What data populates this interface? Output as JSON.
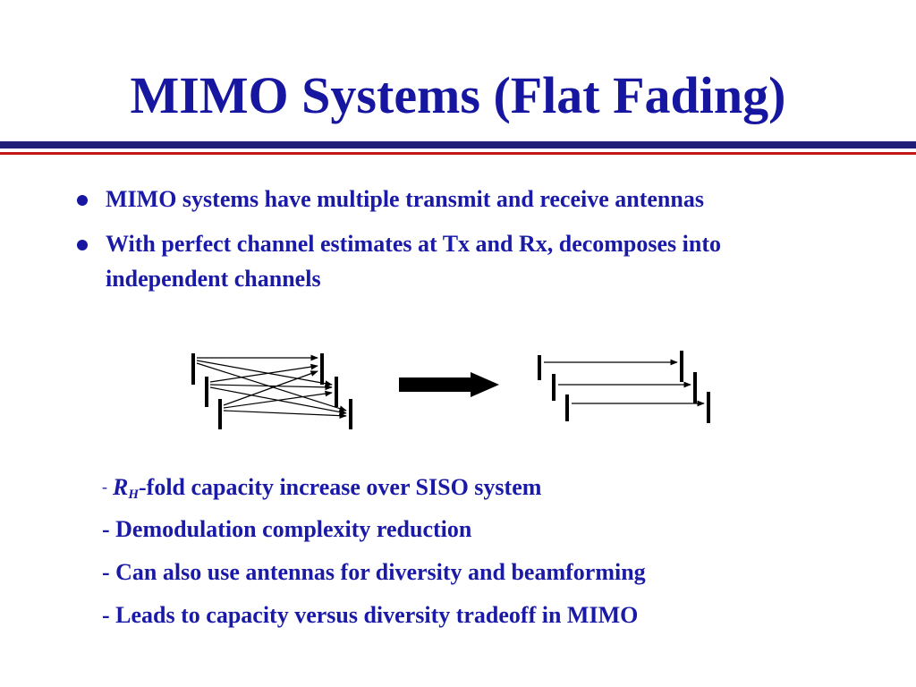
{
  "title": "MIMO Systems (Flat Fading)",
  "bullets": [
    {
      "text": "MIMO systems have multiple transmit and receive antennas"
    },
    {
      "text": "With perfect channel estimates at Tx and Rx, decomposes into independent channels"
    }
  ],
  "sub_points": {
    "line1_dash": "-",
    "line1_rh": "R",
    "line1_rh_sub": "H",
    "line1_rest": "-fold capacity increase over SISO system",
    "line2": "- Demodulation complexity reduction",
    "line3": "- Can also use antennas for diversity and beamforming",
    "line4": "- Leads to capacity versus diversity tradeoff  in MIMO"
  },
  "colors": {
    "text": "#1616a0",
    "rule_navy": "#1e1e78",
    "rule_red": "#c41818",
    "diagram": "#000000"
  }
}
